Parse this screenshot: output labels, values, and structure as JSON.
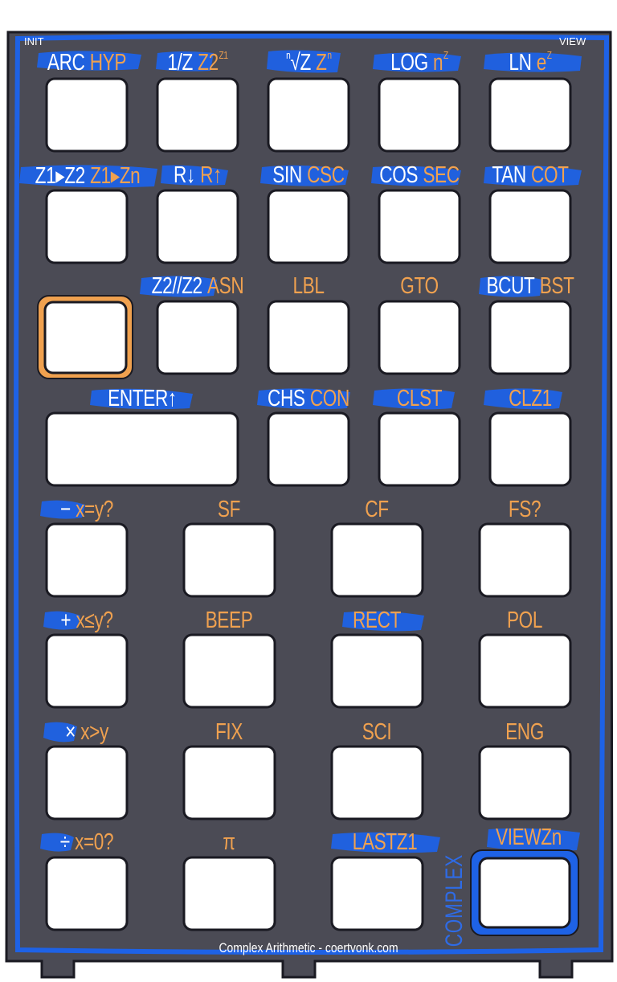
{
  "corners": {
    "init": "INIT",
    "view": "VIEW"
  },
  "labels": {
    "arc": "ARC",
    "hyp": "HYP",
    "inv_z": "1/Z",
    "z2": "Z2",
    "z2_sup": "Z1",
    "nroot_n": "n",
    "nroot": "√Z",
    "zn": "Z",
    "zn_sup": "n",
    "log": "LOG",
    "n_pow": "n",
    "n_pow_sup": "Z",
    "ln": "LN",
    "e_pow": "e",
    "e_pow_sup": "Z",
    "z1z2": "Z1▸Z2",
    "z1zn": "Z1▸Zn",
    "rdown": "R↓",
    "rup": "R↑",
    "sin": "SIN",
    "csc": "CSC",
    "cos": "COS",
    "sec": "SEC",
    "tan": "TAN",
    "cot": "COT",
    "z2par": "Z2//Z2",
    "asn": "ASN",
    "lbl": "LBL",
    "gto": "GTO",
    "bcut": "BCUT",
    "bst": "BST",
    "enter": "ENTER↑",
    "chs": "CHS",
    "con": "CON",
    "clst": "CLST",
    "clz1": "CLZ1",
    "minus": "−",
    "xeqy": "x=y?",
    "sf": "SF",
    "cf": "CF",
    "fs": "FS?",
    "plus": "+",
    "xley": "x≤y?",
    "beep": "BEEP",
    "rect": "RECT",
    "pol": "POL",
    "times": "×",
    "xgty": "x>y",
    "fix": "FIX",
    "sci": "SCI",
    "eng": "ENG",
    "divide": "÷",
    "xeq0": "x=0?",
    "pi": "π",
    "lastz1": "LASTZ1",
    "viewzn": "VIEWZn"
  },
  "side_label": "COMPLEX",
  "footer": "Complex Arithmetic - coertvonk.com",
  "colors": {
    "panel": "#4b4b55",
    "accent_blue": "#1e62e6",
    "orange": "#f0a14f",
    "key": "#ffffff",
    "selected_outline": "#f0a14f"
  }
}
